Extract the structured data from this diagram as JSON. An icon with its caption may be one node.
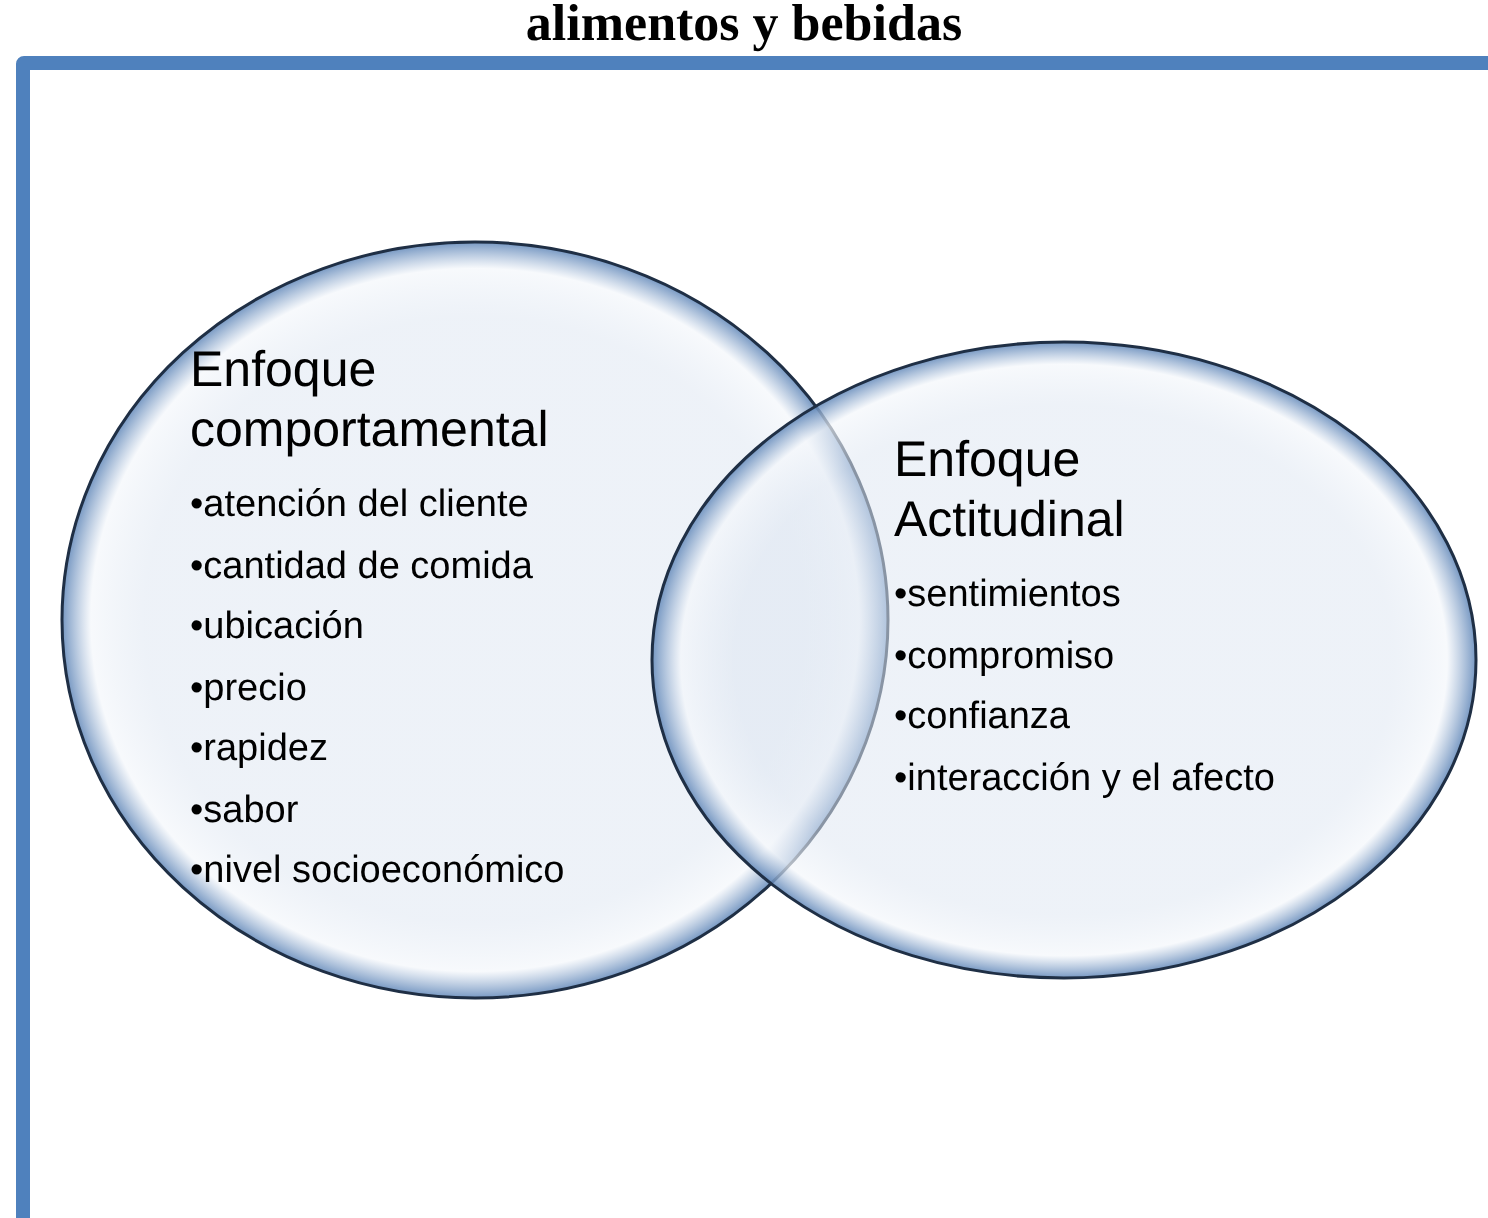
{
  "diagram": {
    "title": "alimentos y bebidas",
    "nodes": [
      {
        "text": [
          "Enfoque comportamental",
          "•atención del cliente",
          "•cantidad de comida",
          "•ubicación",
          "•precio",
          "•rapidez",
          "•sabor",
          "•nivel socioeconómico"
        ]
      },
      {
        "text": [
          "Enfoque Actitudinal",
          "•sentimientos",
          "•compromiso",
          "•confianza",
          "•interacción y el afecto"
        ]
      }
    ]
  }
}
